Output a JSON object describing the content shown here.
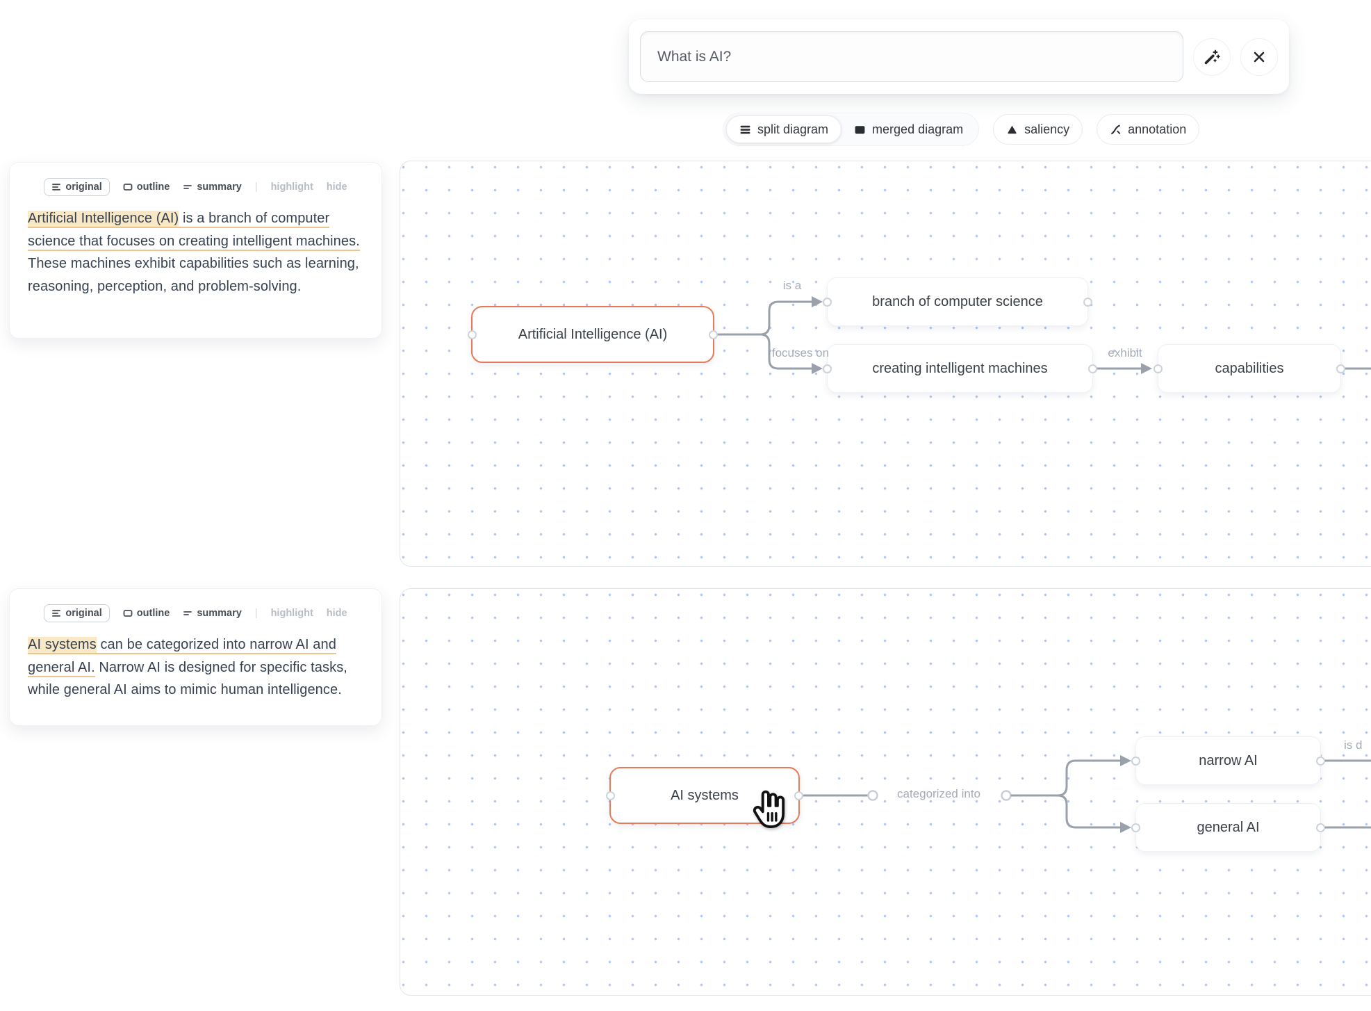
{
  "query_bar": {
    "value": "What is AI?"
  },
  "toolbar": {
    "split_label": "split diagram",
    "merged_label": "merged diagram",
    "saliency_label": "saliency",
    "annotation_label": "annotation"
  },
  "cards": [
    {
      "tabs": {
        "original": "original",
        "outline": "outline",
        "summary": "summary",
        "divider": "|",
        "highlight": "highlight",
        "hide": "hide"
      },
      "segments": {
        "highlighted": "Artificial Intelligence (AI)",
        "underlined": " is a branch of computer science that focuses on creating intelligent machines.",
        "plain": " These machines exhibit capabilities such as learning, reasoning, perception, and problem-solving."
      }
    },
    {
      "tabs": {
        "original": "original",
        "outline": "outline",
        "summary": "summary",
        "divider": "|",
        "highlight": "highlight",
        "hide": "hide"
      },
      "segments": {
        "highlighted": "AI systems",
        "underlined": " can be categorized into narrow AI and general AI.",
        "plain": " Narrow AI is designed for specific tasks, while general AI aims to mimic human intelligence."
      }
    }
  ],
  "diagrams": [
    {
      "nodes": [
        {
          "label": "Artificial Intelligence (AI)"
        },
        {
          "label": "branch of computer science"
        },
        {
          "label": "creating intelligent machines"
        },
        {
          "label": "capabilities"
        }
      ],
      "edge_labels": [
        {
          "text": "is a"
        },
        {
          "text": "focuses on"
        },
        {
          "text": "exhibit"
        }
      ]
    },
    {
      "nodes": [
        {
          "label": "AI systems"
        },
        {
          "label": "narrow AI"
        },
        {
          "label": "general AI"
        }
      ],
      "edge_labels": [
        {
          "text": "categorized into"
        },
        {
          "text": "is d"
        }
      ]
    }
  ],
  "colors": {
    "accent_node_border": "#e8795a",
    "edge": "#9aa1ab",
    "highlight_bg": "#f8e8c5",
    "underline": "#ecc48e",
    "canvas_dot": "#b3c7f0"
  }
}
